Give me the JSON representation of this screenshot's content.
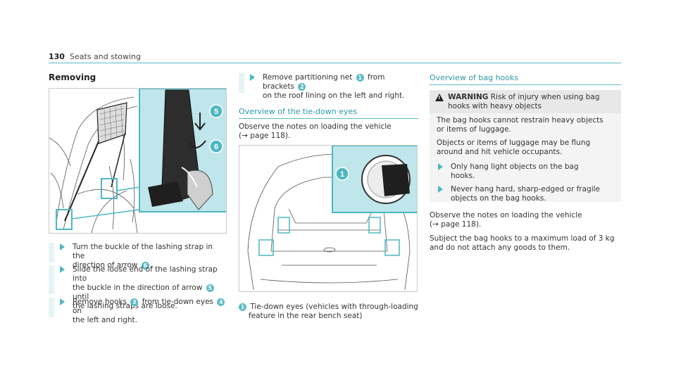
{
  "header": {
    "page_number": "130",
    "title": "Seats and stowing"
  },
  "col1": {
    "heading": "Removing",
    "fig_labels": {
      "n5": "5",
      "n6": "6"
    },
    "steps": [
      {
        "a": "Turn the buckle of the lashing strap in the",
        "b": "direction of arrow",
        "n": "6",
        "c": "."
      },
      {
        "a": "Slide the loose end of the lashing strap into",
        "b": "the buckle in the direction of arrow",
        "n": "5",
        "c": "until",
        "d": "the lashing straps are loose."
      },
      {
        "a": "Remove hooks",
        "n1": "3",
        "a2": "from tie-down eyes",
        "n2": "4",
        "a3": "on",
        "b": "the left and right."
      }
    ]
  },
  "col2": {
    "step": {
      "a": "Remove partitioning net",
      "n1": "1",
      "a2": "from brackets",
      "n2": "2",
      "b": "on the roof lining on the left and right."
    },
    "heading": "Overview of the tie-down eyes",
    "observe": {
      "a": "Observe the notes on loading the vehicle",
      "b": "(→ page 118)."
    },
    "fig_label": "1",
    "caption": {
      "n": "1",
      "a": "Tie-down eyes (vehicles with through-loading",
      "b": "feature in the rear bench seat)"
    }
  },
  "col3": {
    "heading": "Overview of bag hooks",
    "warning": {
      "label": "WARNING",
      "title_a": "Risk of injury when using bag",
      "title_b": "hooks with heavy objects",
      "p1a": "The bag hooks cannot restrain heavy objects",
      "p1b": "or items of luggage.",
      "p2a": "Objects or items of luggage may be flung",
      "p2b": "around and hit vehicle occupants.",
      "s1a": "Only hang light objects on the bag",
      "s1b": "hooks.",
      "s2a": "Never hang hard, sharp-edged or fragile",
      "s2b": "objects on the bag hooks."
    },
    "observe": {
      "a": "Observe the notes on loading the vehicle",
      "b": "(→ page 118)."
    },
    "subject": {
      "a": "Subject the bag hooks to a maximum load of 3 kg",
      "b": "and do not attach any goods to them."
    }
  },
  "colors": {
    "accent": "#5bbcc6",
    "highlight": "#bfe6ea",
    "warning_bg": "#e8e8e8"
  }
}
